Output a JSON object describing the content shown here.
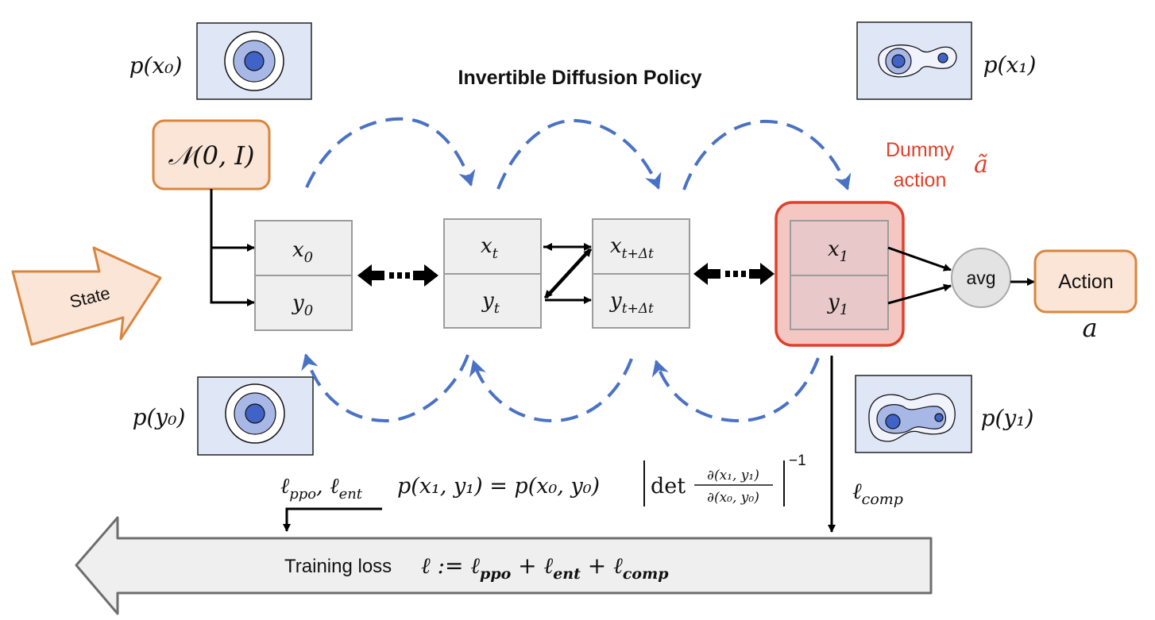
{
  "title": "Invertible Diffusion Policy",
  "nodes": {
    "normal": "𝒩(0, I)",
    "state": "State",
    "x0": "x",
    "x0_sub": "0",
    "y0": "y",
    "y0_sub": "0",
    "xt": "x",
    "xt_sub": "t",
    "yt": "y",
    "yt_sub": "t",
    "xtd": "x",
    "xtd_sub": "t+Δt",
    "ytd": "y",
    "ytd_sub": "t+Δt",
    "x1": "x",
    "x1_sub": "1",
    "y1": "y",
    "y1_sub": "1",
    "avg": "avg",
    "action": "Action",
    "action_symbol": "a"
  },
  "dummy": {
    "line1": "Dummy",
    "line2": "action",
    "symbol": "ã"
  },
  "density_labels": {
    "px0": "p(x₀)",
    "px1": "p(x₁)",
    "py0": "p(y₀)",
    "py1": "p(y₁)"
  },
  "losses": {
    "ppo_ent": "ℓ",
    "ppo_sub": "ppo",
    "ent_sub": "ent",
    "comp": "ℓ",
    "comp_sub": "comp",
    "formula_lhs": "p(x₁, y₁) = p(x₀, y₀)",
    "formula_det": "det",
    "formula_num": "∂(x₁, y₁)",
    "formula_den": "∂(x₀, y₀)",
    "formula_exp": "−1",
    "training_text": "Training loss",
    "training_formula": "ℓ := ℓ",
    "training_plus1": " + ℓ",
    "training_plus2": " + ℓ"
  },
  "colors": {
    "orange_stroke": "#d9863f",
    "orange_fill": "#fbe5d6",
    "blue_arrow": "#4a72c4",
    "red": "#e0402a",
    "red_fill": "#f4c7c3",
    "gray_box": "#efefef",
    "blob_fill": "#dfe6f5"
  }
}
